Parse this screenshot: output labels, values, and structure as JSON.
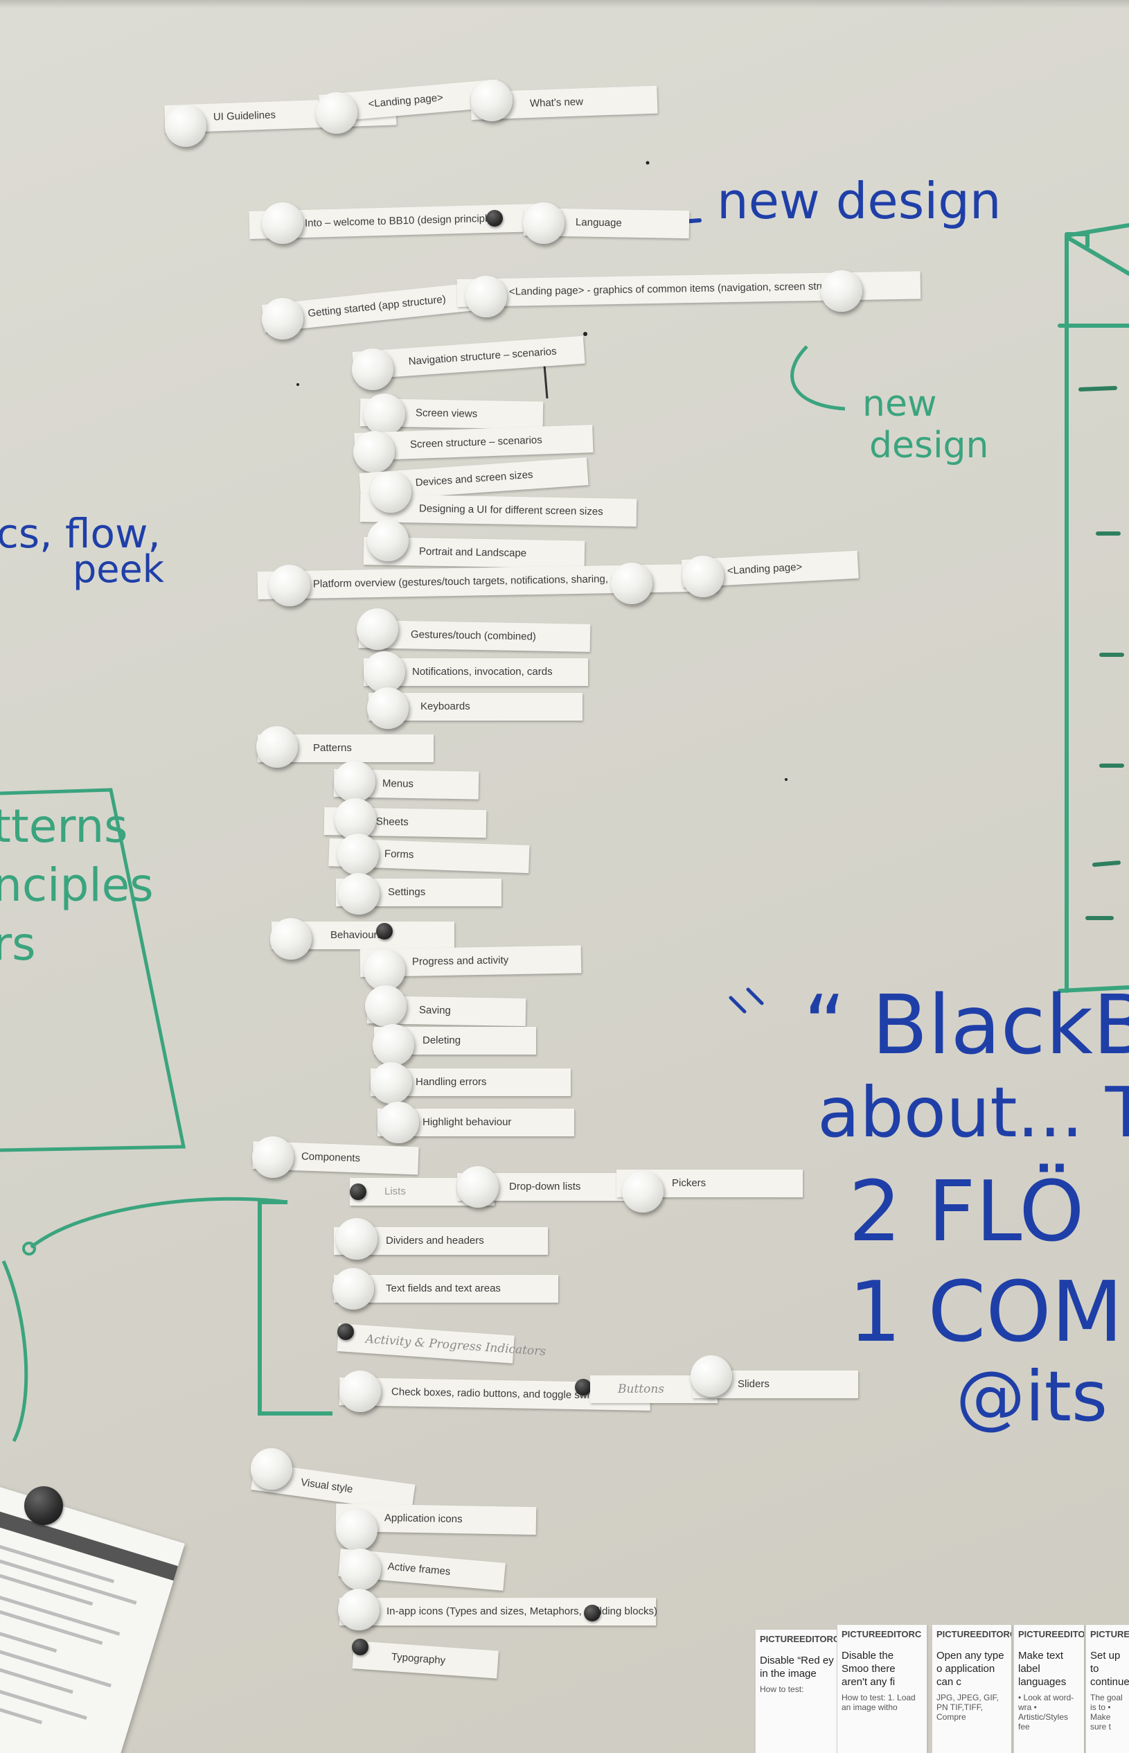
{
  "strips": {
    "ui_guidelines": "UI Guidelines",
    "landing_page_top": "<Landing page>",
    "whats_new": "What's new",
    "intro": "Into – welcome to BB10 (design principles)",
    "language": "Language",
    "getting_started": "Getting started (app structure)",
    "landing_graphics": "<Landing page> - graphics of common items (navigation, screen structures)",
    "navigation_structure": "Navigation structure – scenarios",
    "screen_views": "Screen views",
    "screen_structure": "Screen structure – scenarios",
    "devices_screen_sizes": "Devices and screen sizes",
    "designing_ui": "Designing a UI for different screen sizes",
    "portrait_landscape": "Portrait and Landscape",
    "platform_overview": "Platform overview (gestures/touch targets, notifications, sharing, cards)",
    "landing_page_platform": "<Landing page>",
    "gestures_touch": "Gestures/touch (combined)",
    "notifications": "Notifications, invocation, cards",
    "keyboards": "Keyboards",
    "patterns": "Patterns",
    "menus": "Menus",
    "sheets": "Sheets",
    "forms": "Forms",
    "settings": "Settings",
    "behaviours": "Behaviours",
    "progress_activity": "Progress and activity",
    "saving": "Saving",
    "deleting": "Deleting",
    "handling_errors": "Handling errors",
    "highlight_behaviour": "Highlight behaviour",
    "components": "Components",
    "lists": "Lists",
    "dropdown_lists": "Drop-down lists",
    "pickers": "Pickers",
    "dividers_headers": "Dividers and headers",
    "text_fields": "Text fields and text areas",
    "activity_progress_hand": "Activity & Progress Indicators",
    "check_boxes": "Check boxes, radio buttons, and toggle switches",
    "buttons_hand": "Buttons",
    "sliders": "Sliders",
    "visual_style": "Visual style",
    "application_icons": "Application icons",
    "active_frames": "Active frames",
    "in_app_icons": "In-app icons (Types and sizes, Metaphors, Building blocks)",
    "typography": "Typography"
  },
  "handwriting": {
    "new_design_top": "new design",
    "new_design_side_1": "new",
    "new_design_side_2": "design",
    "left_blue_1": "cs, flow,",
    "left_blue_2": "peek",
    "left_green_1": "tterns",
    "left_green_2": "nciples",
    "left_green_3": "rs",
    "quote_1": "“ BlackBerr",
    "quote_2": "about... T",
    "quote_3": "2 FLÖ",
    "quote_4": "1 COM",
    "quote_5": "@its"
  },
  "cards": [
    {
      "head": "PICTUREEDITORC",
      "body": "Disable “Red ey in the image",
      "sub": "How to test:"
    },
    {
      "head": "PICTUREEDITORC",
      "body": "Disable the Smoo there aren't any fi",
      "sub": "How to test: 1. Load an image witho"
    },
    {
      "head": "PICTUREEDITORC",
      "body": "Open any type o application can c",
      "sub": "JPG, JPEG, GIF, PN TIF,TIFF, Compre"
    },
    {
      "head": "PICTUREEDITOR",
      "body": "Make text label languages",
      "sub": "• Look at word-wra • Artistic/Styles fee"
    },
    {
      "head": "PICTUREEDITORC",
      "body": "Set up to continue",
      "sub": "The goal is to • Make sure t"
    }
  ],
  "colors": {
    "board": "#d6d5cc",
    "blue_marker": "#1f3fa8",
    "green_marker": "#3aa47e"
  }
}
